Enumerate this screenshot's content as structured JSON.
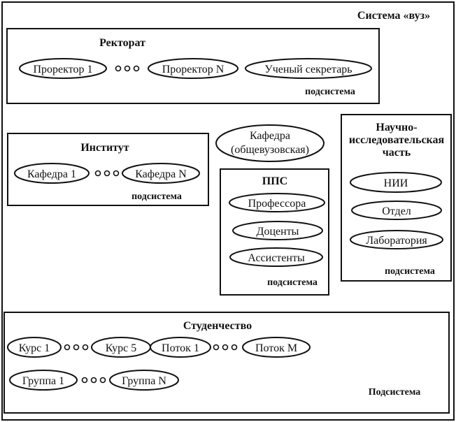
{
  "system": {
    "title": "Система «вуз»"
  },
  "rectorate": {
    "title": "Ректорат",
    "items": [
      "Проректор 1",
      "Проректор N",
      "Ученый секретарь"
    ],
    "label": "подсистема"
  },
  "institute": {
    "title": "Институт",
    "items": [
      "Кафедра 1",
      "Кафедра N"
    ],
    "label": "подсистема"
  },
  "general_department": {
    "line1": "Кафедра",
    "line2": "(общевузовская)"
  },
  "faculty_staff": {
    "title": "ППС",
    "items": [
      "Профессора",
      "Доценты",
      "Ассистенты"
    ],
    "label": "подсистема"
  },
  "research": {
    "title_lines": [
      "Научно-",
      "исследовательская",
      "часть"
    ],
    "items": [
      "НИИ",
      "Отдел",
      "Лаборатория"
    ],
    "label": "подсистема"
  },
  "students": {
    "title": "Студенчество",
    "row1": [
      "Курс 1",
      "Курс 5",
      "Поток 1",
      "Поток М"
    ],
    "row2": [
      "Группа 1",
      "Группа N"
    ],
    "label": "Подсистема"
  }
}
